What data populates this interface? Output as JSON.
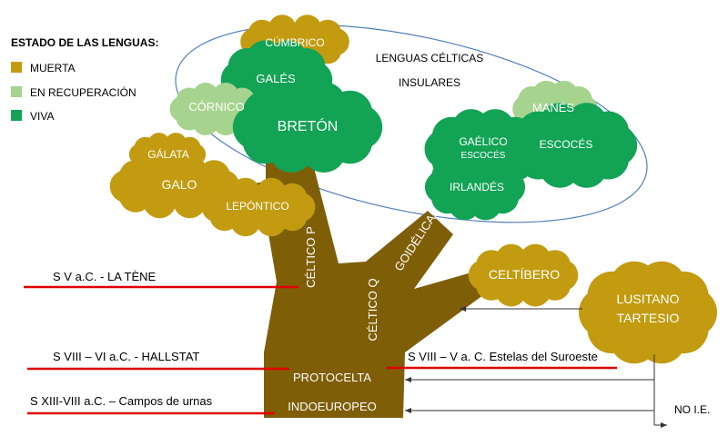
{
  "legend": {
    "title": "ESTADO DE LAS LENGUAS:",
    "items": [
      {
        "label": "MUERTA",
        "color": "#c29b10"
      },
      {
        "label": "EN RECUPERACIÓN",
        "color": "#a6d48e"
      },
      {
        "label": "VIVA",
        "color": "#12a355"
      }
    ]
  },
  "colors": {
    "trunk": "#7f5e08",
    "dead": "#c29b10",
    "recovering": "#a6d48e",
    "living": "#12a355",
    "ellipse_outline": "#4f7fc0",
    "timeline_line": "#e00000",
    "arrow": "#333333"
  },
  "insular_group": {
    "line1": "LENGUAS CÉLTICAS",
    "line2": "INSULARES"
  },
  "languages": {
    "cumbrico": "CÚMBRICO",
    "gales": "GALÉS",
    "cornico": "CÓRNICO",
    "breton": "BRETÓN",
    "manes": "MANÉS",
    "gaelico_line1": "GAÉLICO",
    "gaelico_line2": "ESCOCÉS",
    "escoces": "ESCOCÉS",
    "irlandes": "IRLANDÉS",
    "galata": "GÁLATA",
    "galo": "GALO",
    "lepontico": "LEPÓNTICO",
    "celtibero": "CELTÍBERO",
    "lusitano_line1": "LUSITANO",
    "lusitano_line2": "TARTESIO"
  },
  "branches": {
    "celtico_p": "CÉLTICO P",
    "celtico_q": "CÉLTICO Q",
    "goidelicas": "GOIDÉLICAS"
  },
  "trunk_labels": {
    "protocelta": "PROTOCELTA",
    "indoeuropeo": "INDOEUROPEO"
  },
  "timeline": [
    {
      "label": "S V a.C. - LA TÈNE"
    },
    {
      "label": "S VIII – VI a.C. -  HALLSTAT"
    },
    {
      "label": "S XIII-VIII a.C. – Campos de urnas"
    },
    {
      "label": "S VIII – V a. C. Estelas del Suroeste"
    }
  ],
  "no_ie": "NO I.E."
}
